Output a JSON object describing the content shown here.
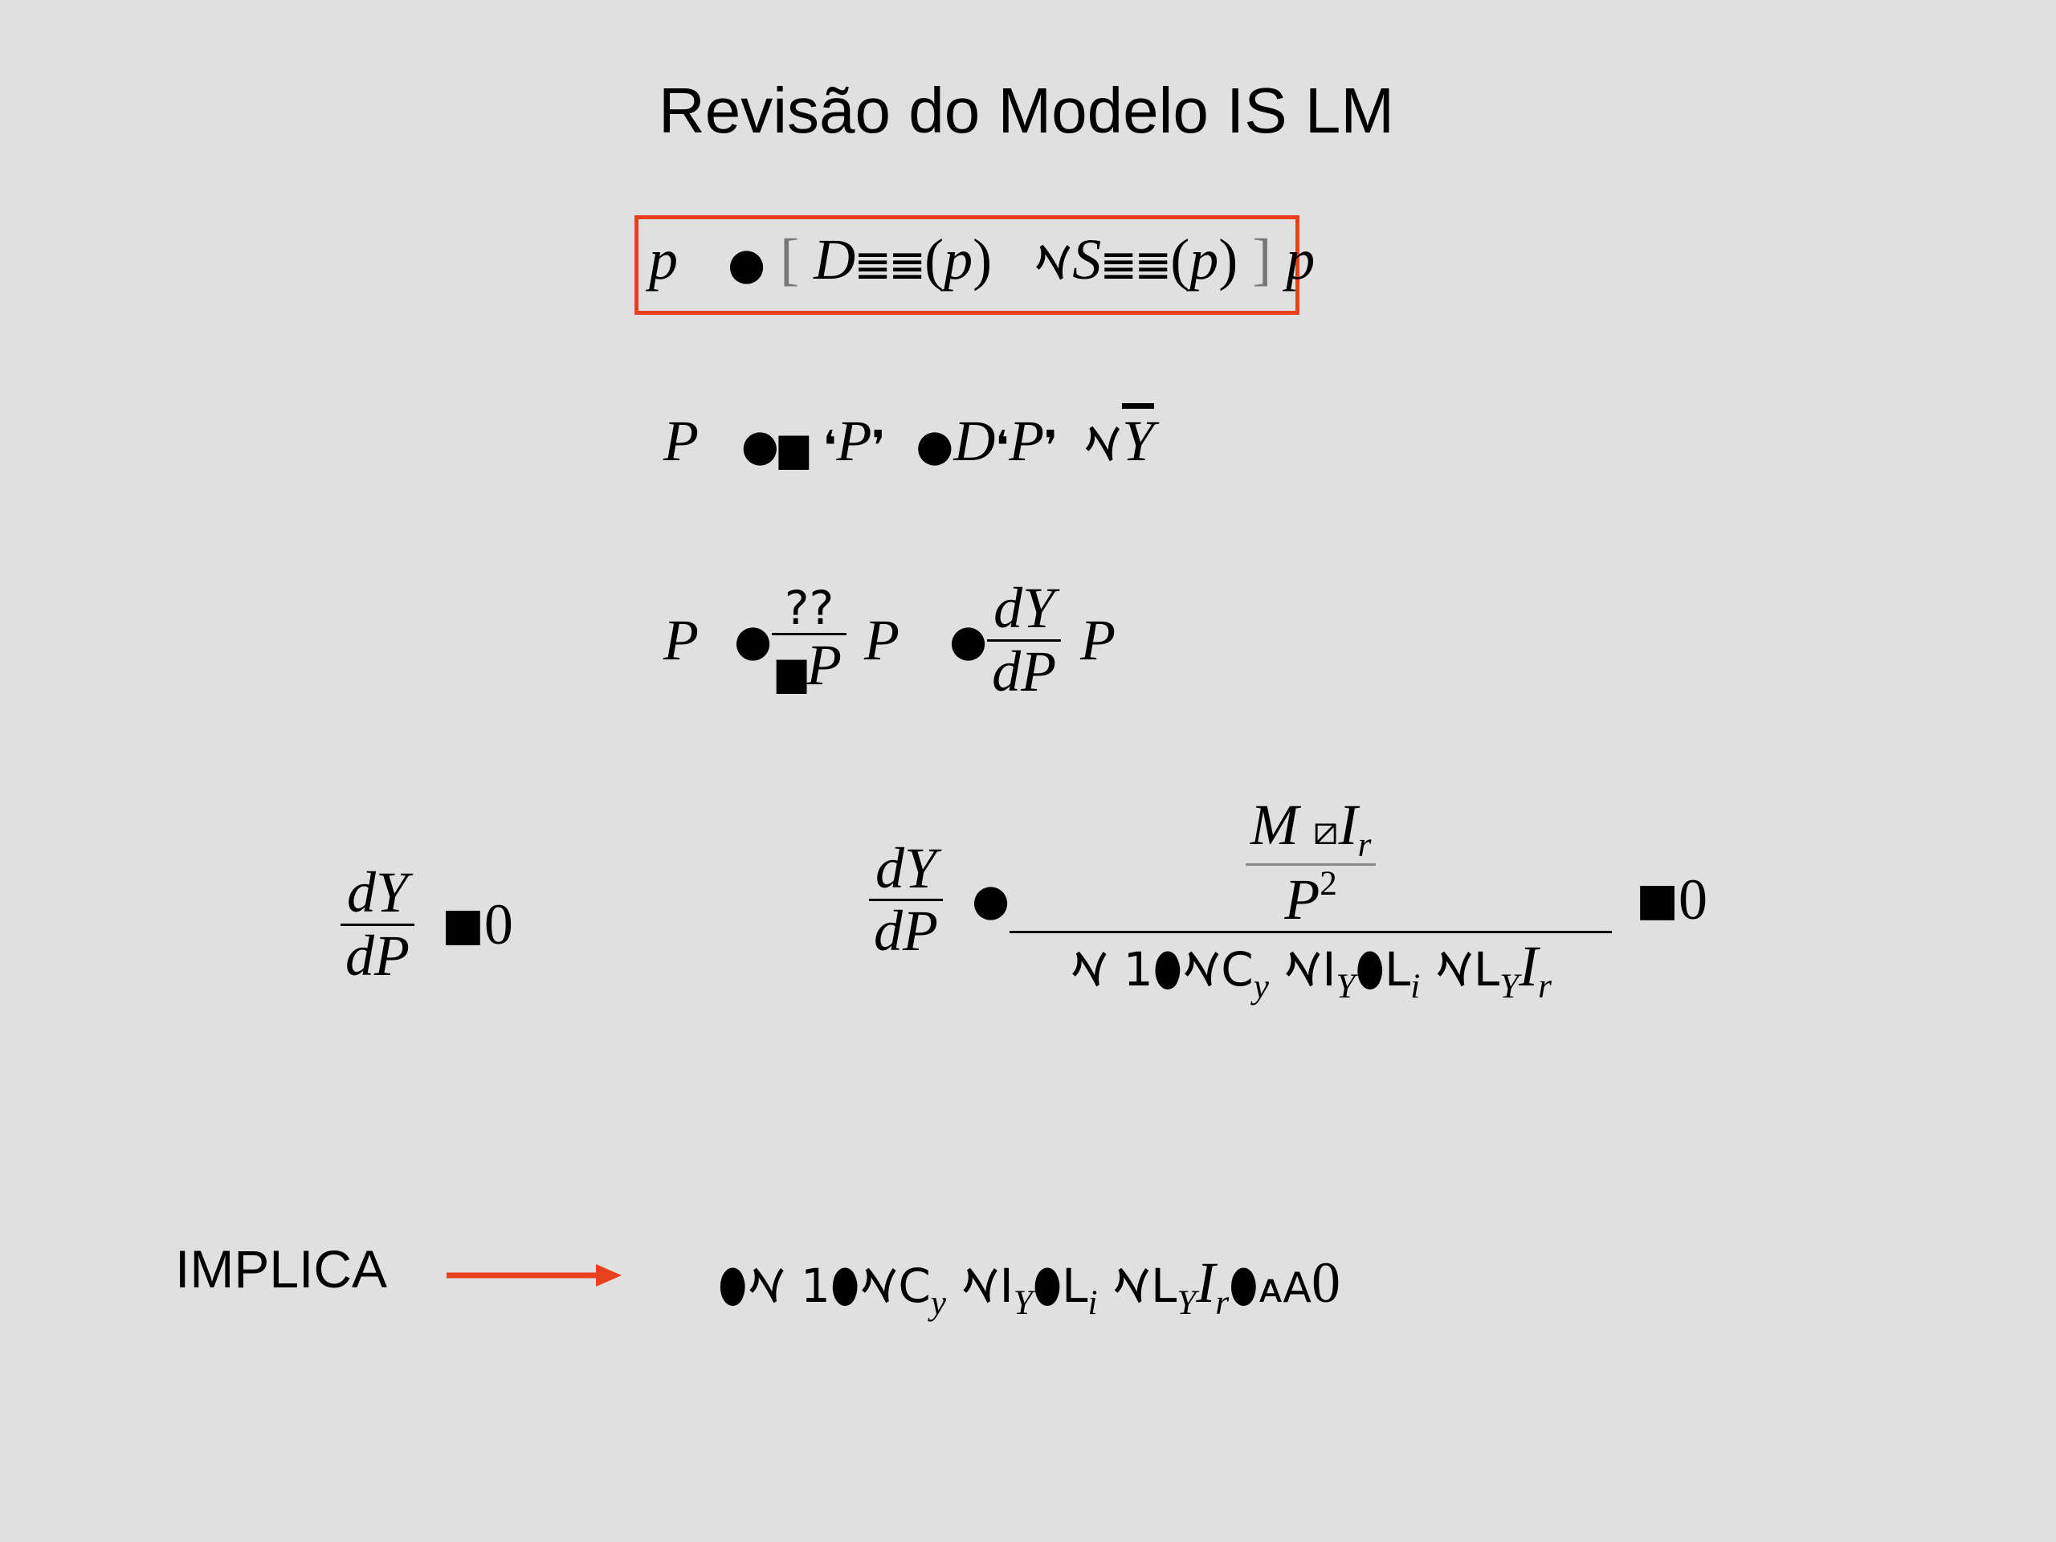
{
  "title": "Revisão do Modelo IS LM",
  "eq1": {
    "lhs": "p",
    "eq_sym": "●",
    "lbrack": "[",
    "D": "D",
    "garb1": "𝌆𝌆",
    "open1": "(",
    "p1": "p",
    "close1": ")",
    "minus": "𐡀",
    "S": "S",
    "garb2": "𝌆𝌆",
    "open2": "(",
    "p2": "p",
    "close2": ")",
    "rbrack": "]",
    "p3": "p"
  },
  "eq2": {
    "lhs": "P",
    "text1": "●",
    "g1": "▆",
    "paren1": "❛",
    "P1": "P",
    "paren2": "❜",
    "eq2": "●",
    "D": "D",
    "paren3": "❛",
    "P2": "P",
    "paren4": "❜",
    "minus": "𐡀",
    "Y": "Y"
  },
  "eq3": {
    "lhs": "P",
    "eq_sym": "●",
    "num1": "??",
    "den1_g": "▆",
    "den1_P": "P",
    "P_after1": "P",
    "eq_sym2": "●",
    "num2": "dY",
    "den2": "dP",
    "P_after2": "P"
  },
  "eq4": {
    "num": "dY",
    "den": "dP",
    "rel": "■",
    "zero": "0"
  },
  "eq5": {
    "lhs_num": "dY",
    "lhs_den": "dP",
    "eq_sym": "●",
    "top_num_M": "M",
    "top_num_glyph": "⧄",
    "top_num_I": "I",
    "top_num_sub": "r",
    "top_den_P": "P",
    "top_den_exp": "2",
    "bottom": "𐡀⬮1 𐡀C",
    "bottom_sub_y": "y",
    "bottom_2": " 𐡀I",
    "bottom_sub_Y": "Y",
    "bottom_3": "⬮L",
    "bottom_sub_i": "i",
    "bottom_4": " 𐡀L",
    "bottom_sub_Y2": "Y",
    "bottom_5": "I",
    "bottom_sub_r": "r",
    "rel": "■",
    "zero": "0"
  },
  "implica": {
    "label": "IMPLICA",
    "arrow_color": "#e8401c",
    "expr_a": "⬮𐡀⬮1 𐡀C",
    "sub_y": "y",
    "expr_b": " 𐡀I",
    "sub_Y": "Y",
    "expr_c": "⬮L",
    "sub_i": "i",
    "expr_d": " 𐡀L",
    "sub_Y2": "Y",
    "expr_e": "I",
    "sub_r": "r",
    "expr_f": "⬮",
    "rel": "ᴀA",
    "zero": "0"
  },
  "colors": {
    "background": "#e0e0e0",
    "accent": "#e8401c"
  }
}
